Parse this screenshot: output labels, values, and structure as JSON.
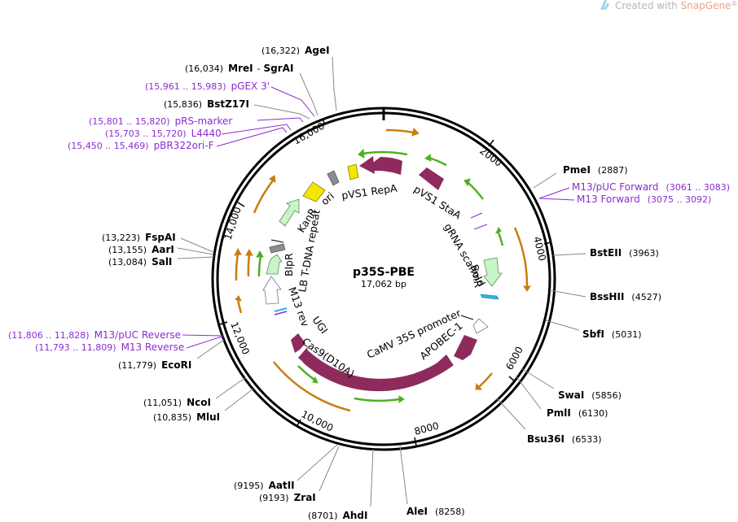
{
  "watermark": {
    "prefix": "Created with ",
    "brand": "SnapGene",
    "mark": "®"
  },
  "plasmid": {
    "name": "p35S-PBE",
    "length": "17,062 bp"
  },
  "ticks": [
    "2000",
    "4000",
    "6000",
    "8000",
    "10,000",
    "12,000",
    "14,000",
    "16,000"
  ],
  "sites": [
    {
      "pos": "(16,322)",
      "name": "AgeI"
    },
    {
      "pos": "(16,034)",
      "name": "MreI",
      "name2": "SgrAI"
    },
    {
      "pos": "(15,836)",
      "name": "BstZ17I"
    },
    {
      "pos": "(2887)",
      "name": "PmeI"
    },
    {
      "pos": "(3963)",
      "name": "BstEII"
    },
    {
      "pos": "(4527)",
      "name": "BssHII"
    },
    {
      "pos": "(5031)",
      "name": "SbfI"
    },
    {
      "pos": "(5856)",
      "name": "SwaI"
    },
    {
      "pos": "(6130)",
      "name": "PmlI"
    },
    {
      "pos": "(6533)",
      "name": "Bsu36I"
    },
    {
      "pos": "(8258)",
      "name": "AleI"
    },
    {
      "pos": "(8701)",
      "name": "AhdI"
    },
    {
      "pos": "(9193)",
      "name": "ZraI"
    },
    {
      "pos": "(9195)",
      "name": "AatII"
    },
    {
      "pos": "(10,835)",
      "name": "MluI"
    },
    {
      "pos": "(11,051)",
      "name": "NcoI"
    },
    {
      "pos": "(11,779)",
      "name": "EcoRI"
    },
    {
      "pos": "(13,084)",
      "name": "SalI"
    },
    {
      "pos": "(13,155)",
      "name": "AarI"
    },
    {
      "pos": "(13,223)",
      "name": "FspAI"
    }
  ],
  "primers": [
    {
      "range": "(15,961 .. 15,983)",
      "name": "pGEX 3'"
    },
    {
      "range": "(15,801 .. 15,820)",
      "name": "pRS-marker"
    },
    {
      "range": "(15,703 .. 15,720)",
      "name": "L4440"
    },
    {
      "range": "(15,450 .. 15,469)",
      "name": "pBR322ori-F"
    },
    {
      "range": "(3061 .. 3083)",
      "name": "M13/pUC Forward"
    },
    {
      "range": "(3075 .. 3092)",
      "name": "M13 Forward"
    },
    {
      "range": "(11,806 .. 11,828)",
      "name": "M13/pUC Reverse"
    },
    {
      "range": "(11,793 .. 11,809)",
      "name": "M13 Reverse"
    }
  ],
  "features": {
    "pvs1_repa": "pVS1 RepA",
    "pvs1_staa": "pVS1 StaA",
    "ori": "ori",
    "kanr": "KanR",
    "grna": "gRNA scaffold",
    "smr": "SmR",
    "lb": "LB T-DNA repeat",
    "blpr": "BlpR",
    "m13rev": "M13 rev",
    "ugi": "UGI",
    "cas9": "Cas9(D10A)",
    "camv": "CaMV 35S promoter",
    "apobec": "APOBEC-1"
  },
  "colors": {
    "backbone": "#000000",
    "repa": "#8e2a5c",
    "ori": "#f5e600",
    "marker_light": "#c8f5c8",
    "orf_arrow": "#e8a52a",
    "orf_green": "#4fb020",
    "primer": "#8d2ad3",
    "smr_small": "#2ab4e0",
    "watermark_brand": "#f0a08c"
  }
}
